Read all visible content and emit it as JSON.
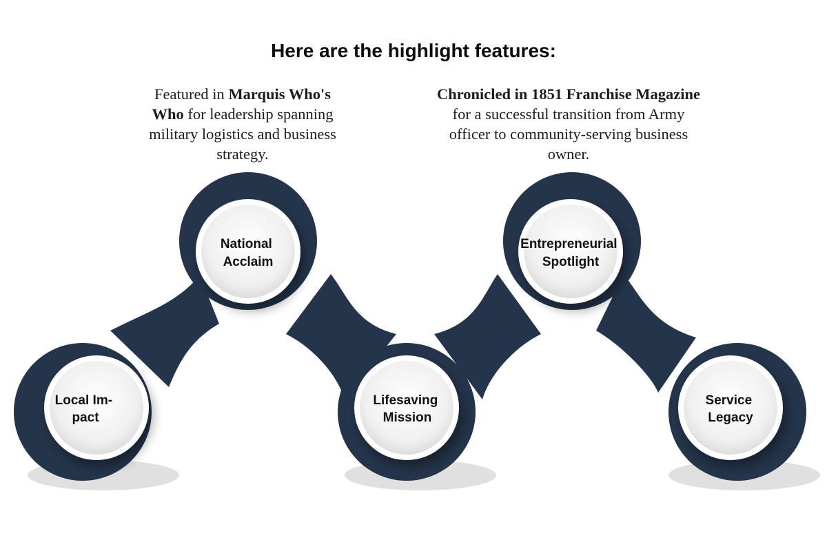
{
  "title": "Here are the highlight features:",
  "captions": [
    {
      "parts": [
        {
          "text": "Featured in ",
          "bold": false
        },
        {
          "text": "Marquis Who's Who",
          "bold": true
        },
        {
          "text": " for leadership spanning military logistics and business strategy.",
          "bold": false
        }
      ]
    },
    {
      "parts": [
        {
          "text": "Chronicled in 1851 Franchise Magazine",
          "bold": true
        },
        {
          "text": " for a successful transition from Army officer to community-serving business owner.",
          "bold": false
        }
      ]
    }
  ],
  "nodes": [
    {
      "lines": [
        "Local Im-",
        "pact"
      ]
    },
    {
      "lines": [
        "National",
        "Acclaim"
      ]
    },
    {
      "lines": [
        "Lifesaving",
        "Mission"
      ]
    },
    {
      "lines": [
        "Entrepreneurial",
        "Spotlight"
      ]
    },
    {
      "lines": [
        "Service",
        "Legacy"
      ]
    }
  ],
  "colors": {
    "track": "#24344a",
    "circle_fill": "#eeeeee",
    "circle_ring": "#ffffff",
    "title_text": "#0d0d0d",
    "node_text": "#111111"
  }
}
